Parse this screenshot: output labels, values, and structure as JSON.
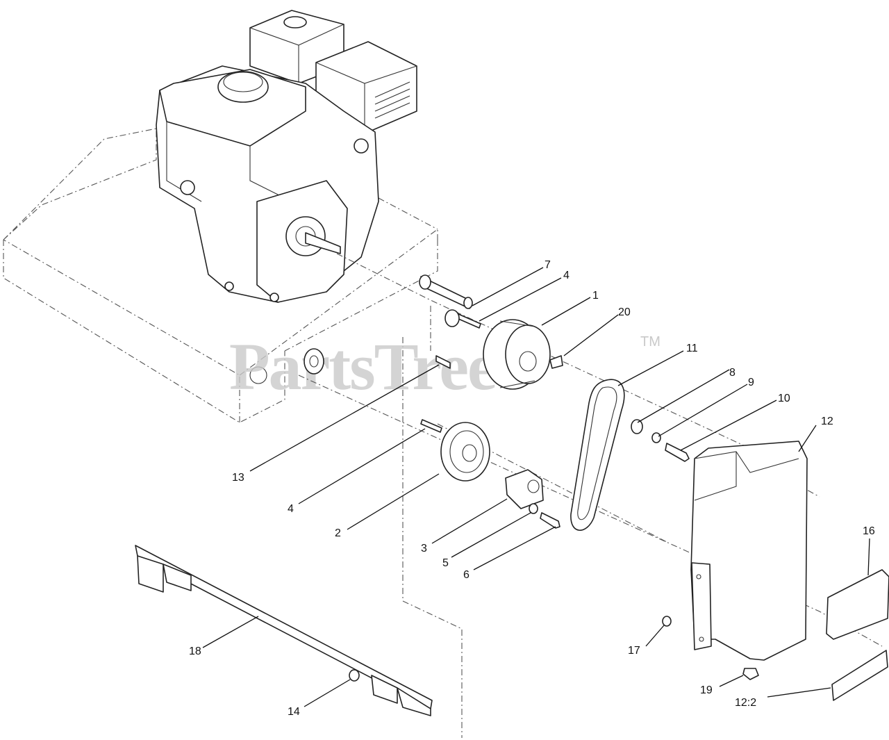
{
  "watermark": {
    "text": "PartsTree",
    "trademark": "TM"
  },
  "callouts": {
    "c7": "7",
    "c4a": "4",
    "c1": "1",
    "c20": "20",
    "c11": "11",
    "c8": "8",
    "c9": "9",
    "c10": "10",
    "c12": "12",
    "c13": "13",
    "c4b": "4",
    "c2": "2",
    "c3": "3",
    "c5": "5",
    "c6": "6",
    "c16": "16",
    "c17": "17",
    "c18": "18",
    "c19": "19",
    "c14": "14",
    "c12_2": "12:2"
  }
}
